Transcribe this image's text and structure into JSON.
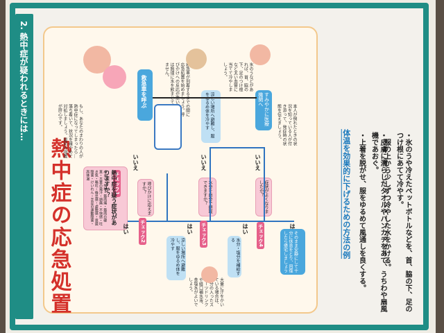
{
  "section": {
    "title": "2. 熱中症が疑われるときには…"
  },
  "main_title": "熱中症の応急処置",
  "flow": {
    "check1": {
      "badge": "チェック1",
      "question": "熱中症を疑う症状がありますか？",
      "symptoms": "めまい・失神・筋肉痛・筋肉の硬直・大量の発汗・頭痛・不快感・吐き気・嘔吐・倦怠感・虚脱感・意識障害・けいれん・手足の運動障害・高体温"
    },
    "check2": {
      "badge": "チェック2",
      "question": "呼びかけに応えますか？"
    },
    "check3": {
      "badge": "チェック3",
      "question": "水分を自分で摂取できますか？"
    },
    "check4": {
      "badge": "チェック4",
      "question": "症状がよくなりましたか？"
    },
    "yes": "はい",
    "no": "いいえ",
    "call_ambulance": "救急車を呼ぶ",
    "cool_place_1": "涼しい場所へ避難し、服をゆるめ体を冷やす",
    "cool_place_2": "涼しい場所へ避難し、服をゆるめ体を冷やす",
    "hydrate": "水分・塩分を補給する",
    "rest": "そのまま安静にして十分に休息をとり、回復したら帰宅しましょう",
    "hospital": "すみやかに医療機関へ",
    "note_top": "もし、あなたのまわりの人が熱中症になってしまったら…落ち着いて、状況を確かめて対処しましょう。最初の措置が肝心です。",
    "note_ambulance": "救急車が到着するまでの間に応急処置を始めましょう。呼びかけへの反応が悪い場合には無理に水を飲ませてはいけません。",
    "note_cool": "氷のうなどがあれば、首、脇の下、足のつけ根など太い血管に当てて冷やしましょう。",
    "note_hospital": "本人が倒れたときの状況を知っている人が付き添って、発症時の状態を伝えましょう。",
    "note_drink": "大量に汗をかいている場合は、塩分の入ったスポーツドリンクや経口補水液、食塩水がよいでしょう。"
  },
  "methods": {
    "title": "体温を効果的に下げるための方法の例",
    "items": [
      "・上着を脱がせ、服をゆるめて風通しを良くする。",
      "・皮膚に濡らしたタオルやハンカチをあて、うちわや扇風機であおぐ。",
      "服の上から少しずつ冷やした水をかける。",
      "・氷のうや冷えたペットボトルなどを、首、脇の下、足のつけ根にあてて冷やす。"
    ]
  },
  "colors": {
    "teal": "#1f8d85",
    "red_title": "#d4302a",
    "pink": "#f8c9d6",
    "blue": "#4aa7dd",
    "light_blue": "#bfe0f4"
  }
}
